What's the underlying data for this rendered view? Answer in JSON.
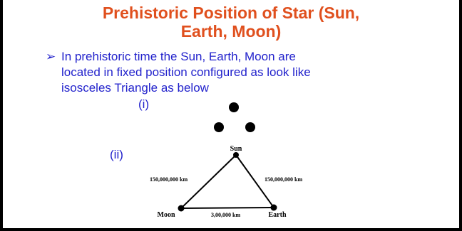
{
  "colors": {
    "title": "#e0501e",
    "body": "#2222cc",
    "diagram": "#000000"
  },
  "slide": {
    "title_line1": "Prehistoric Position of Star (Sun,",
    "title_line2": "Earth, Moon)",
    "bullet_glyph": "➢",
    "bullet_line1": "In prehistoric time the Sun, Earth, Moon are",
    "bullet_line2": "located in fixed position configured as look like",
    "bullet_line3": "isosceles Triangle as below",
    "label_i": "(i)",
    "label_ii": "(ii)"
  },
  "diagram": {
    "sun_label": "Sun",
    "moon_label": "Moon",
    "earth_label": "Earth",
    "left_side": "150,000,000 km",
    "right_side": "150,000,000 km",
    "base": "3,00,000 km"
  }
}
